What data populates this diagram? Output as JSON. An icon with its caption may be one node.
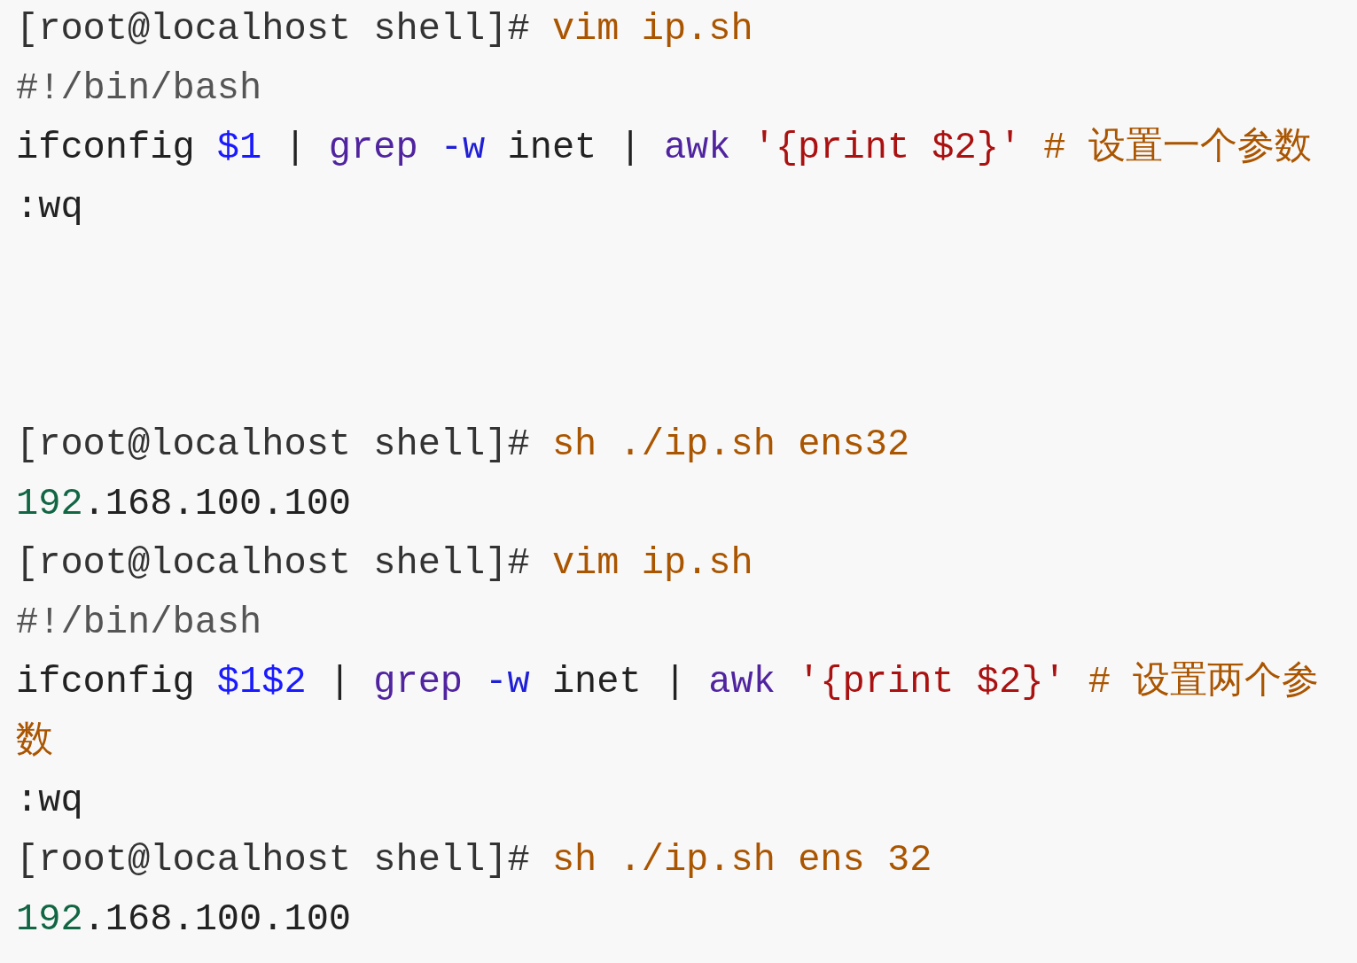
{
  "diagram": {
    "labels": [
      "[root@localhost shell]#",
      "vim ip.sh",
      "#!/bin/bash",
      "ifconfig",
      "$1",
      "|",
      "grep",
      "-w",
      "inet",
      "|",
      "awk",
      "'{print $2}'",
      "# 设置一个参数",
      ":wq",
      "[root@localhost shell]#",
      "sh ./ip.sh ens32",
      "192",
      ".168.100.100",
      "[root@localhost shell]#",
      "vim ip.sh",
      "#!/bin/bash",
      "ifconfig",
      "$1$2",
      "|",
      "grep",
      "-w",
      "inet",
      "|",
      "awk",
      "'{print $2}'",
      "# 设置两个参数",
      ":wq",
      "[root@localhost shell]#",
      "sh ./ip.sh ens 32",
      "192",
      ".168.100.100"
    ]
  }
}
